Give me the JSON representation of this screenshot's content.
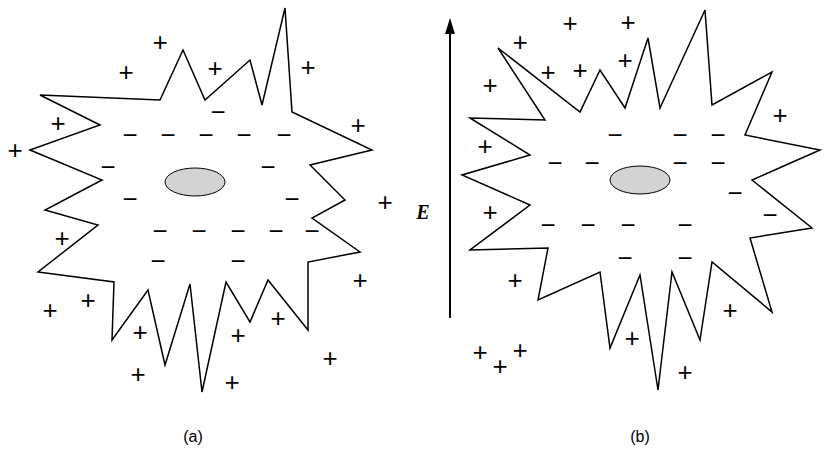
{
  "diagram": {
    "labels": [
      "+",
      "+",
      "+",
      "+",
      "+",
      "+",
      "+",
      "+",
      "+",
      "+",
      "+",
      "+",
      "+",
      "+",
      "+",
      "+",
      "+",
      "+",
      "−",
      "−",
      "−",
      "−",
      "−",
      "−",
      "−",
      "−",
      "−",
      "−",
      "−",
      "−",
      "−",
      "−",
      "−",
      "−",
      "−",
      "+",
      "+",
      "+",
      "+",
      "+",
      "+",
      "+",
      "+",
      "+",
      "+",
      "+",
      "+",
      "+",
      "+",
      "+",
      "+",
      "+",
      "−",
      "−",
      "−",
      "−",
      "−",
      "−",
      "−",
      "−",
      "−",
      "−",
      "−",
      "−",
      "−",
      "−",
      "−",
      "E",
      "(a)",
      "(b)"
    ]
  }
}
